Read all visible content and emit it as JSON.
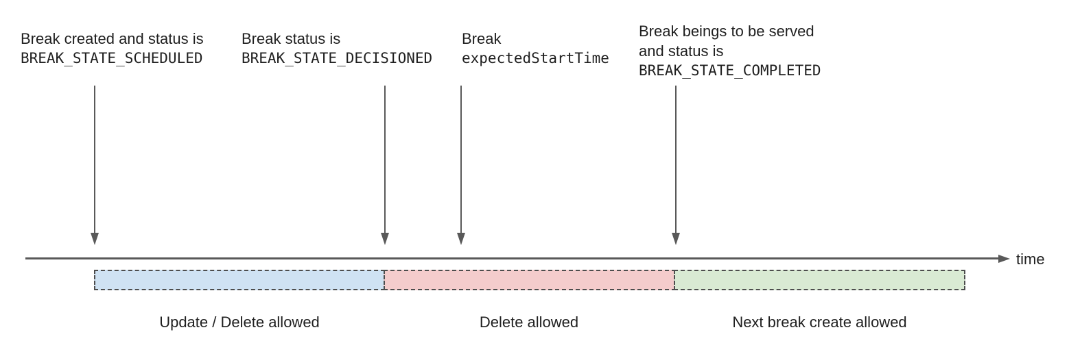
{
  "annotations": [
    {
      "lines": [
        "Break created and status is",
        "BREAK_STATE_SCHEDULED"
      ]
    },
    {
      "lines": [
        "Break status is",
        "BREAK_STATE_DECISIONED"
      ]
    },
    {
      "lines": [
        "Break",
        "expectedStartTime"
      ]
    },
    {
      "lines": [
        "Break beings to be served",
        "and status is",
        "BREAK_STATE_COMPLETED"
      ]
    }
  ],
  "timeline": {
    "axis_label": "time"
  },
  "segments": [
    {
      "label": "Update / Delete allowed",
      "color": "#cfe2f3"
    },
    {
      "label": "Delete allowed",
      "color": "#f4cccc"
    },
    {
      "label": "Next break create allowed",
      "color": "#d9ead3"
    }
  ],
  "palette": {
    "line": "#595959",
    "dashed_border": "#4d4d4d",
    "text": "#1f1f1f"
  }
}
